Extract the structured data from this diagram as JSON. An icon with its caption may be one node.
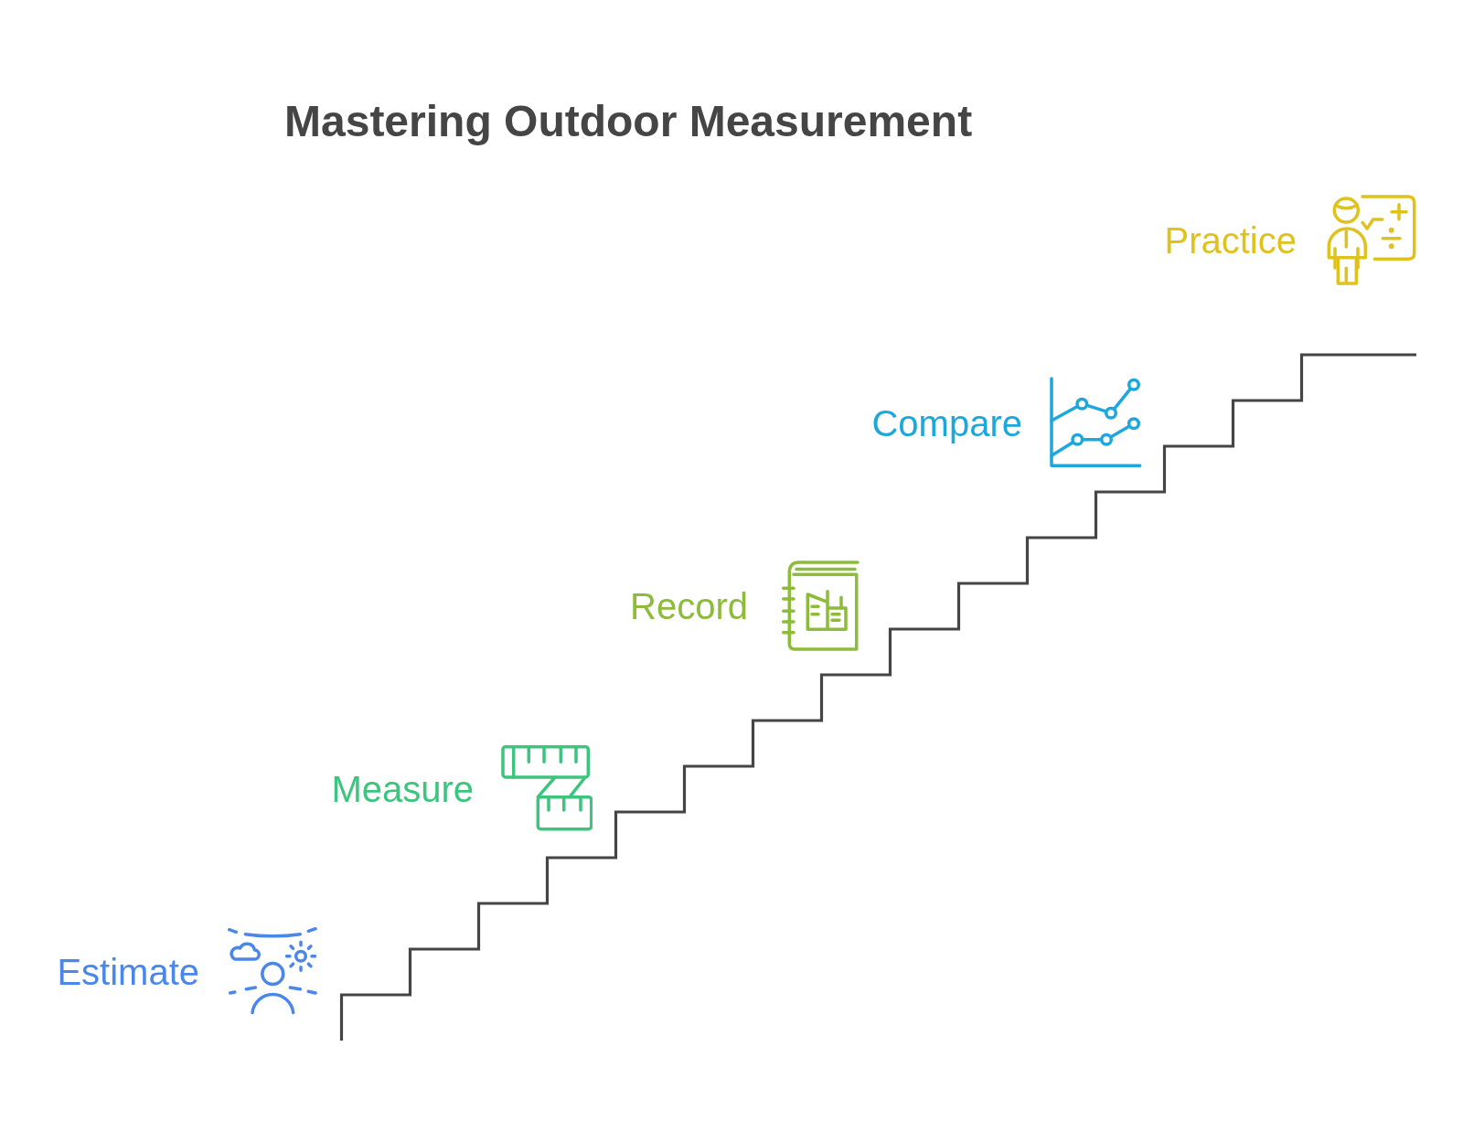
{
  "diagram": {
    "title": "Mastering Outdoor Measurement",
    "nodes": [
      {
        "text": [
          "Estimate"
        ]
      },
      {
        "text": [
          "Measure"
        ]
      },
      {
        "text": [
          "Record"
        ]
      },
      {
        "text": [
          "Compare"
        ]
      },
      {
        "text": [
          "Practice"
        ]
      }
    ]
  }
}
